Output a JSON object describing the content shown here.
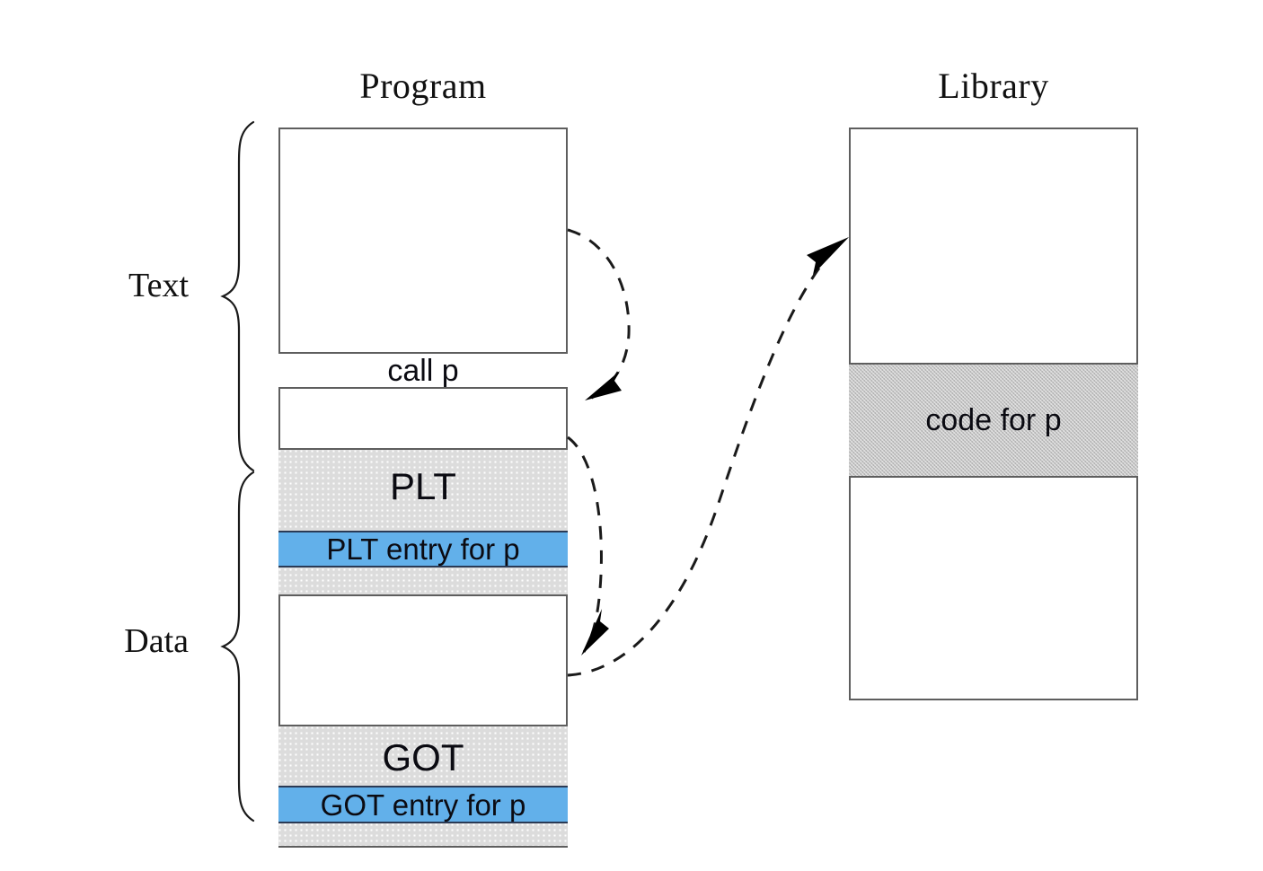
{
  "diagram": {
    "title_program": "Program",
    "title_library": "Library",
    "segments": [
      {
        "name": "text-label",
        "label": "Text"
      },
      {
        "name": "data-label",
        "label": "Data"
      }
    ],
    "program_blocks": [
      {
        "name": "call-p",
        "label": "call p",
        "fill": "white"
      },
      {
        "name": "plt",
        "label": "PLT",
        "fill": "stipple"
      },
      {
        "name": "plt-entry",
        "label": "PLT entry for p",
        "fill": "blue"
      },
      {
        "name": "got",
        "label": "GOT",
        "fill": "stipple"
      },
      {
        "name": "got-entry",
        "label": "GOT entry for p",
        "fill": "blue"
      }
    ],
    "library_blocks": [
      {
        "name": "code-for-p",
        "label": "code for p",
        "fill": "hatch"
      }
    ],
    "arrows": [
      {
        "name": "call-p-to-plt-entry",
        "from": "call p",
        "to": "PLT entry for p",
        "style": "dashed"
      },
      {
        "name": "plt-entry-to-got-entry",
        "from": "PLT entry for p",
        "to": "GOT entry for p",
        "style": "dashed"
      },
      {
        "name": "got-entry-to-code-for-p",
        "from": "GOT entry for p",
        "to": "code for p",
        "style": "dashed"
      }
    ],
    "colors": {
      "entry_highlight": "#62b0ea",
      "section_stipple": "#dcdcdc",
      "library_code_hatch": "#c4c4c4",
      "box_border": "#5e5e5e",
      "text": "#0b0b12"
    }
  }
}
